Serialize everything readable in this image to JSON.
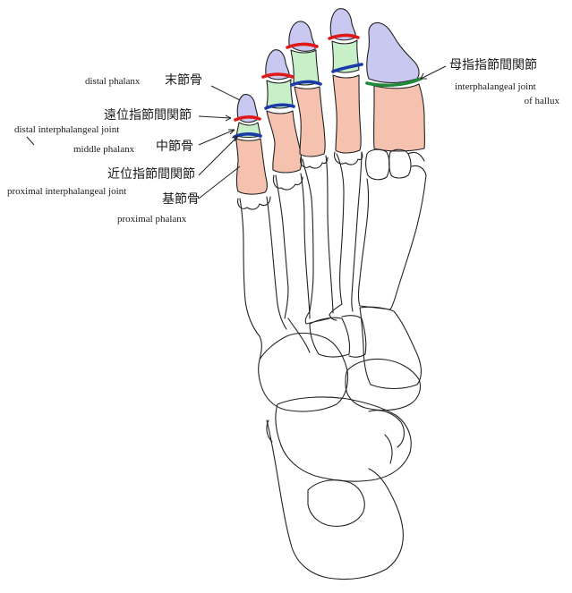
{
  "labels": {
    "distal_phalanx_en": "distal phalanx",
    "distal_phalanx_jp": "末節骨",
    "dip_joint_jp": "遠位指節間関節",
    "dip_joint_en": "distal interphalangeal joint",
    "middle_phalanx_en": "middle phalanx",
    "middle_phalanx_jp": "中節骨",
    "pip_joint_jp": "近位指節間関節",
    "pip_joint_en": "proximal interphalangeal joint",
    "proximal_phalanx_jp": "基節骨",
    "proximal_phalanx_en": "proximal phalanx",
    "hallux_ip_jp": "母指指節間関節",
    "hallux_ip_en_line1": "interphalangeal joint",
    "hallux_ip_en_line2": "of hallux"
  },
  "colors": {
    "distal_phalanx": "#c8c8f0",
    "middle_phalanx": "#c8f0c8",
    "proximal_phalanx": "#f4c2ae",
    "dip_joint": "#e01818",
    "pip_joint": "#1a3aa8",
    "hallux_ip_joint": "#1f8a3a",
    "outline": "#222222"
  }
}
